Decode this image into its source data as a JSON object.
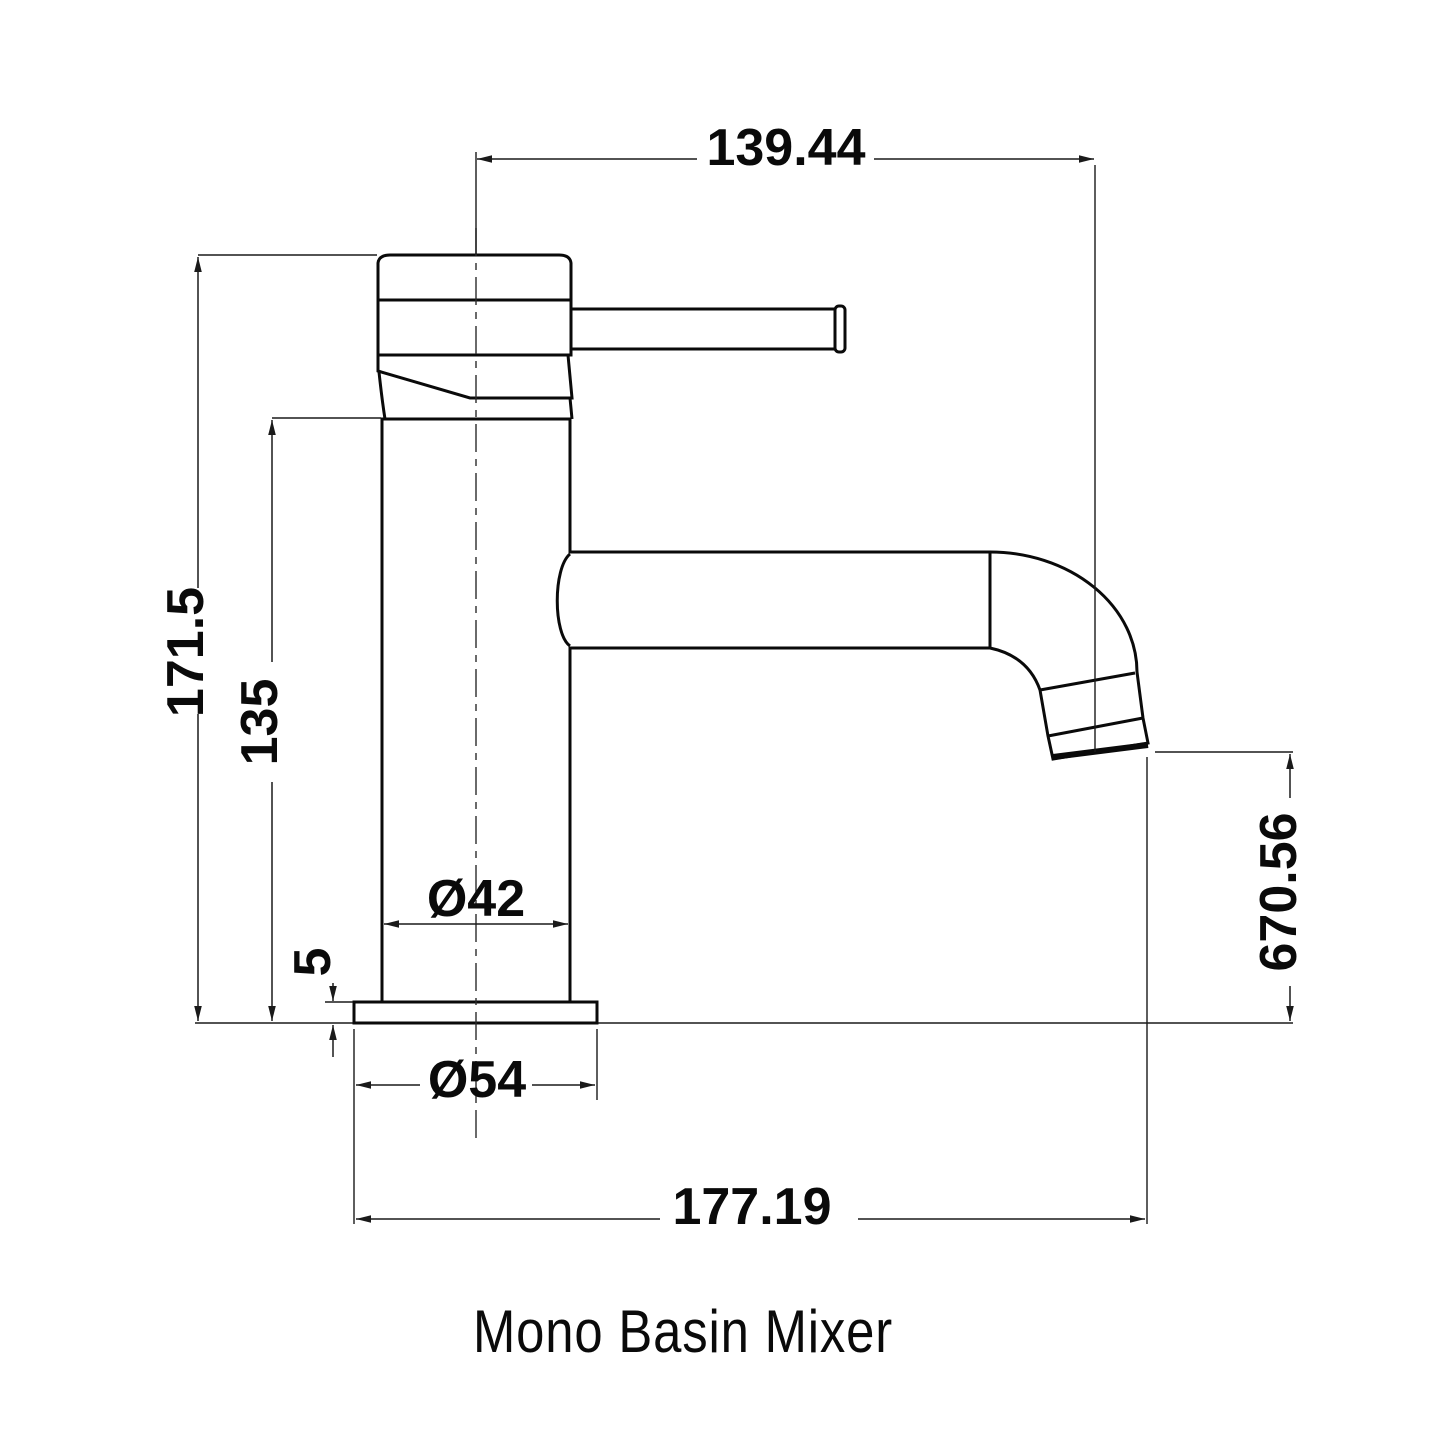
{
  "page": {
    "background": "#ffffff",
    "line_color": "#0a0a0a"
  },
  "caption": "Mono Basin Mixer",
  "dimensions": {
    "spout_reach": "139.44",
    "overall_height": "171.5",
    "body_height": "135",
    "base_plate_thickness": "5",
    "body_diameter": "Ø42",
    "base_diameter": "Ø54",
    "spout_outlet_height": "670.56",
    "overall_projection": "177.19"
  }
}
